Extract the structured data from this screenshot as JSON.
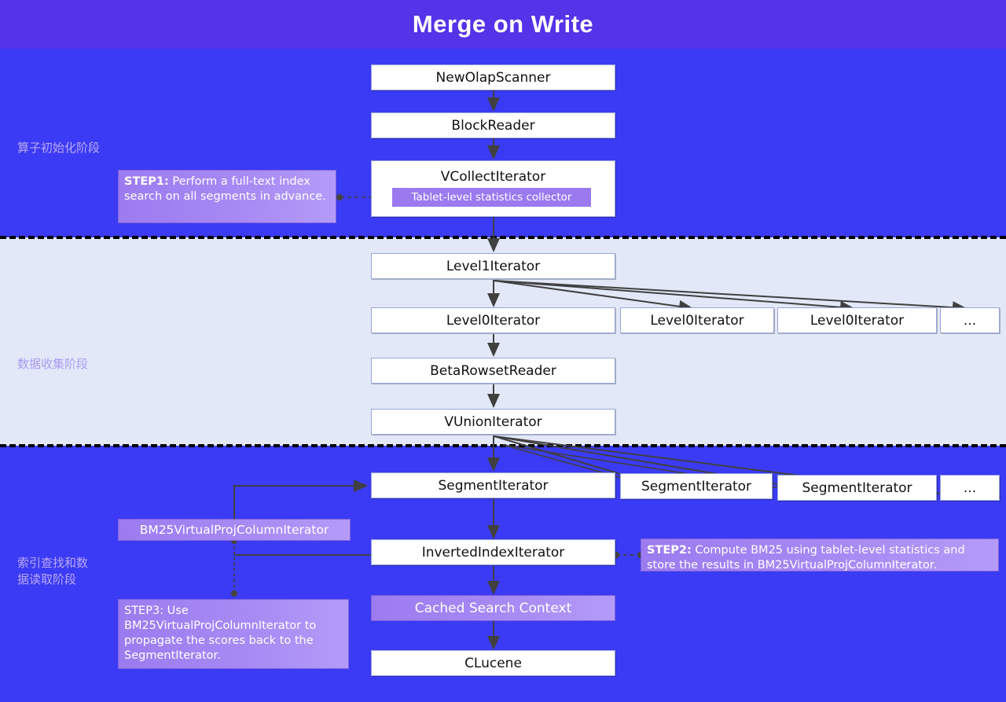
{
  "header": {
    "title": "Merge on Write"
  },
  "colors": {
    "header_bg": "#5433e8",
    "stage1_bg": "#3b3bf5",
    "stage2_bg": "#e3e8f8",
    "stage3_bg": "#3b3bf5",
    "node_bg": "#ffffff",
    "accent_purple": "#a88bf4",
    "chip_purple": "#9b79ef",
    "stage_label": "#b9a8f5",
    "wire": "#404040"
  },
  "stages": [
    {
      "id": "stage-1",
      "label": "算子初始化阶段"
    },
    {
      "id": "stage-2",
      "label": "数据收集阶段"
    },
    {
      "id": "stage-3",
      "label": "索引查找和数\n据读取阶段"
    }
  ],
  "stage1": {
    "nodes": [
      {
        "id": "new-olap-scanner",
        "label": "NewOlapScanner"
      },
      {
        "id": "block-reader",
        "label": "BlockReader"
      },
      {
        "id": "vcollect-iterator",
        "label": "VCollectIterator"
      }
    ],
    "chip": {
      "id": "tablet-level-statistics-collector",
      "label": "Tablet-level statistics collector"
    },
    "note": {
      "id": "step1",
      "strong": "STEP1:",
      "text": " Perform a full-text index search on all segments in advance."
    }
  },
  "stage2": {
    "nodes": [
      {
        "id": "level1-iterator",
        "label": "Level1Iterator"
      },
      {
        "id": "level0-iterator-1",
        "label": "Level0Iterator"
      },
      {
        "id": "level0-iterator-2",
        "label": "Level0Iterator"
      },
      {
        "id": "level0-iterator-3",
        "label": "Level0Iterator"
      },
      {
        "id": "level0-iterator-more",
        "label": "..."
      },
      {
        "id": "beta-rowset-reader",
        "label": "BetaRowsetReader"
      },
      {
        "id": "vunion-iterator",
        "label": "VUnionIterator"
      }
    ]
  },
  "stage3": {
    "nodes": [
      {
        "id": "segment-iterator-1",
        "label": "SegmentIterator"
      },
      {
        "id": "segment-iterator-2",
        "label": "SegmentIterator"
      },
      {
        "id": "segment-iterator-3",
        "label": "SegmentIterator"
      },
      {
        "id": "segment-iterator-more",
        "label": "..."
      },
      {
        "id": "inverted-index-iterator",
        "label": "InvertedIndexIterator"
      },
      {
        "id": "clucene",
        "label": "CLucene"
      }
    ],
    "bm25": {
      "id": "bm25-virtual-proj-column-iterator",
      "label": "BM25VirtualProjColumnIterator"
    },
    "cached": {
      "id": "cached-search-context",
      "label": "Cached Search Context"
    },
    "note2": {
      "id": "step2",
      "strong": "STEP2:",
      "text": " Compute BM25 using tablet-level statistics and store the results in BM25VirtualProjColumnIterator."
    },
    "note3": {
      "id": "step3",
      "strong": "",
      "text": "STEP3: Use BM25VirtualProjColumnIterator to propagate the scores back to the SegmentIterator."
    }
  }
}
